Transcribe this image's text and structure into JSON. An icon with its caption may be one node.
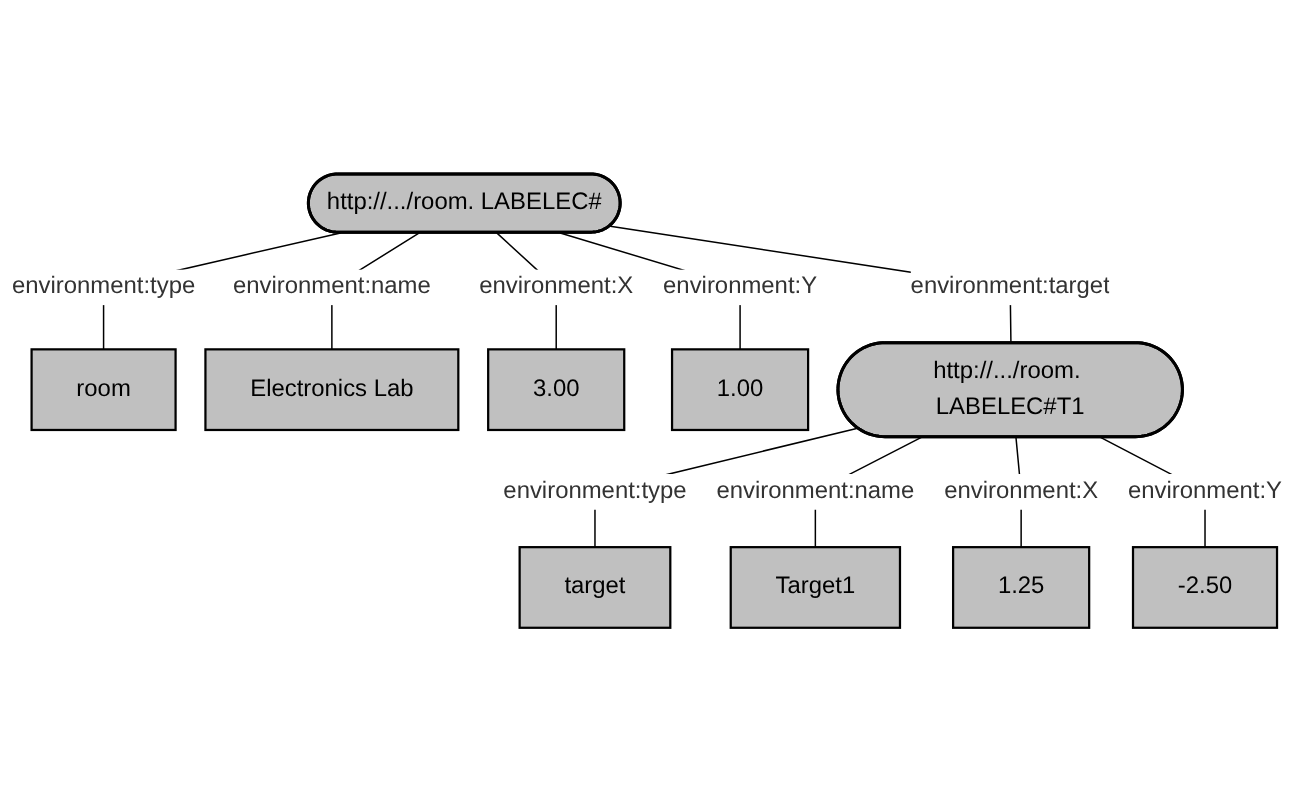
{
  "diagram": {
    "nodes": [
      {
        "text": [
          "http://.../room. LABELEC#"
        ]
      },
      {
        "text": [
          "room"
        ]
      },
      {
        "text": [
          "Electronics Lab"
        ]
      },
      {
        "text": [
          "3.00"
        ]
      },
      {
        "text": [
          "1.00"
        ]
      },
      {
        "text": [
          "http://.../room. LABELEC#T1"
        ]
      },
      {
        "text": [
          "target"
        ]
      },
      {
        "text": [
          "Target1"
        ]
      },
      {
        "text": [
          "1.25"
        ]
      },
      {
        "text": [
          "-2.50"
        ]
      }
    ],
    "edges": [
      {
        "from": 0,
        "to": 1,
        "arrow": "none",
        "label": "environment:type"
      },
      {
        "from": 0,
        "to": 2,
        "arrow": "none",
        "label": "environment:name"
      },
      {
        "from": 0,
        "to": 3,
        "arrow": "none",
        "label": "environment:X"
      },
      {
        "from": 0,
        "to": 4,
        "arrow": "none",
        "label": "environment:Y"
      },
      {
        "from": 0,
        "to": 5,
        "arrow": "none",
        "label": "environment:target"
      },
      {
        "from": 5,
        "to": 6,
        "arrow": "none",
        "label": "environment:type"
      },
      {
        "from": 5,
        "to": 7,
        "arrow": "none",
        "label": "environment:name"
      },
      {
        "from": 5,
        "to": 8,
        "arrow": "none",
        "label": "environment:X"
      },
      {
        "from": 5,
        "to": 9,
        "arrow": "none",
        "label": "environment:Y"
      }
    ]
  }
}
